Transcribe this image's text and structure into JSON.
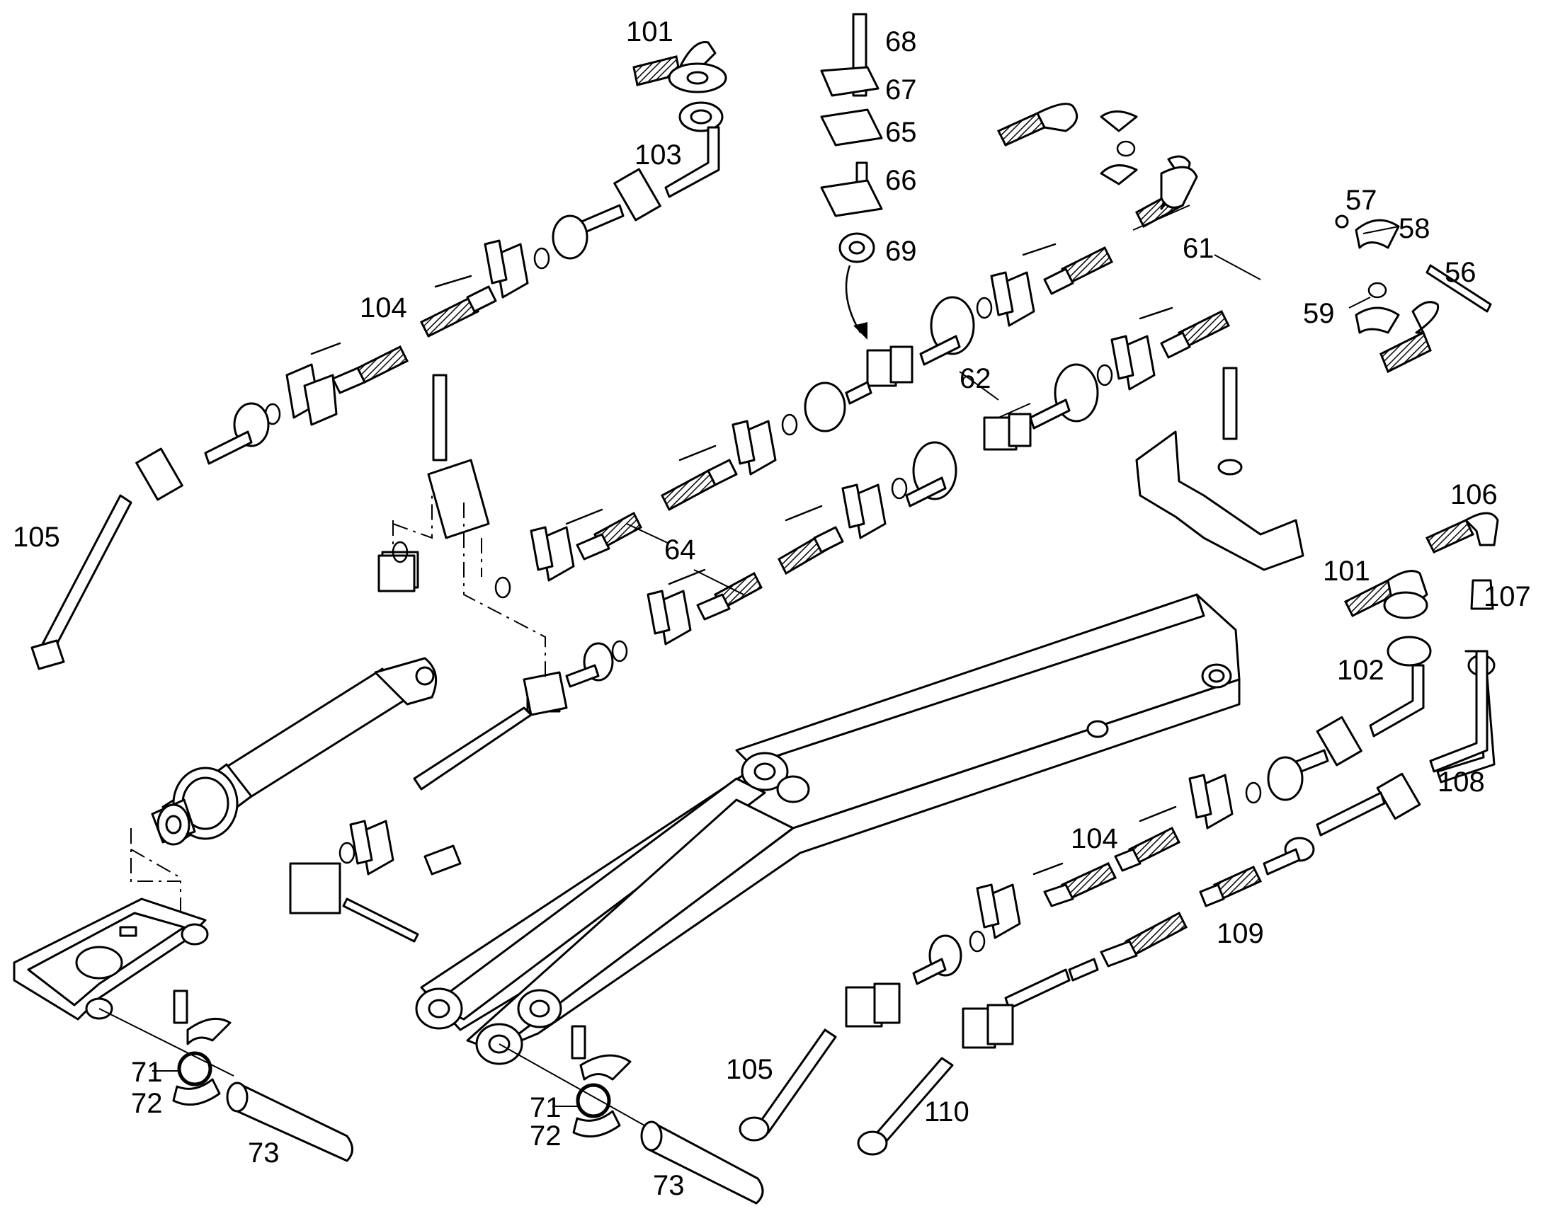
{
  "callouts": {
    "c56": "56",
    "c57": "57",
    "c58": "58",
    "c59": "59",
    "c61": "61",
    "c62": "62",
    "c64": "64",
    "c65": "65",
    "c66": "66",
    "c67": "67",
    "c68": "68",
    "c69": "69",
    "c71a": "71",
    "c71b": "71",
    "c72a": "72",
    "c72b": "72",
    "c73a": "73",
    "c73b": "73",
    "c101a": "101",
    "c101b": "101",
    "c102": "102",
    "c103": "103",
    "c104a": "104",
    "c104b": "104",
    "c105a": "105",
    "c105b": "105",
    "c106": "106",
    "c107": "107",
    "c108": "108",
    "c109": "109",
    "c110": "110"
  }
}
